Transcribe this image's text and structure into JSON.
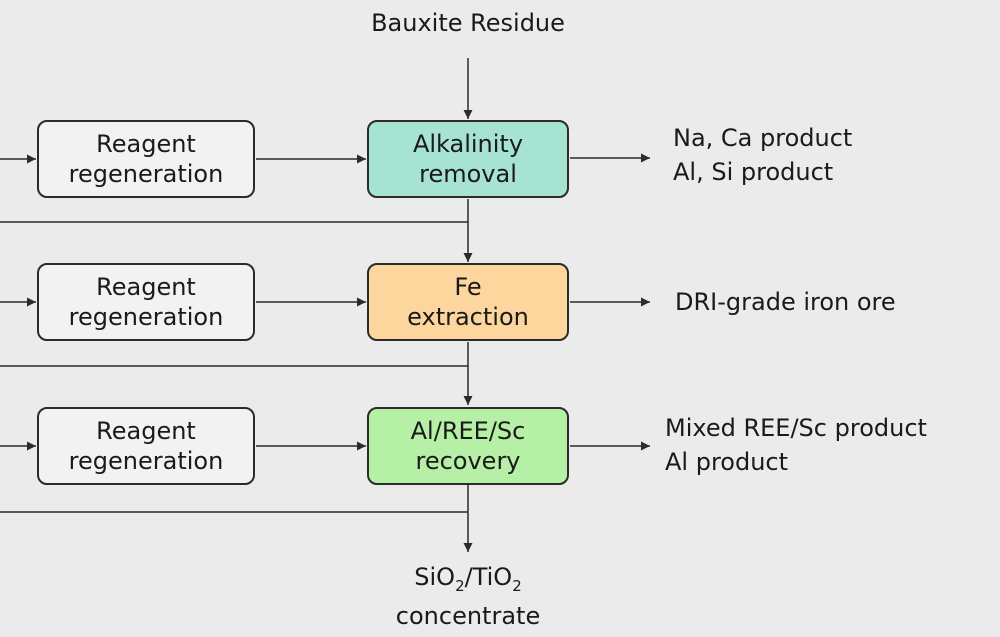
{
  "input_label": "Bauxite Residue",
  "stages": [
    {
      "reagent_lines": [
        "Reagent",
        "regeneration"
      ],
      "process_lines": [
        "Alkalinity",
        "removal"
      ],
      "process_color": "#a6e3d3",
      "outputs": [
        "Na, Ca product",
        "Al, Si product"
      ]
    },
    {
      "reagent_lines": [
        "Reagent",
        "regeneration"
      ],
      "process_lines": [
        "Fe",
        "extraction"
      ],
      "process_color": "#fcd69d",
      "outputs": [
        "DRI-grade iron ore"
      ]
    },
    {
      "reagent_lines": [
        "Reagent",
        "regeneration"
      ],
      "process_lines": [
        "Al/REE/Sc",
        "recovery"
      ],
      "process_color": "#b6f0a6",
      "outputs": [
        "Mixed REE/Sc product",
        "Al product"
      ]
    }
  ],
  "final_output": {
    "formula_parts": [
      "SiO",
      "2",
      "/TiO",
      "2"
    ],
    "line2": "concentrate"
  },
  "colors": {
    "background": "#ebebeb",
    "line": "#2b2b2b",
    "reagent_fill": "#f2f2f2"
  }
}
